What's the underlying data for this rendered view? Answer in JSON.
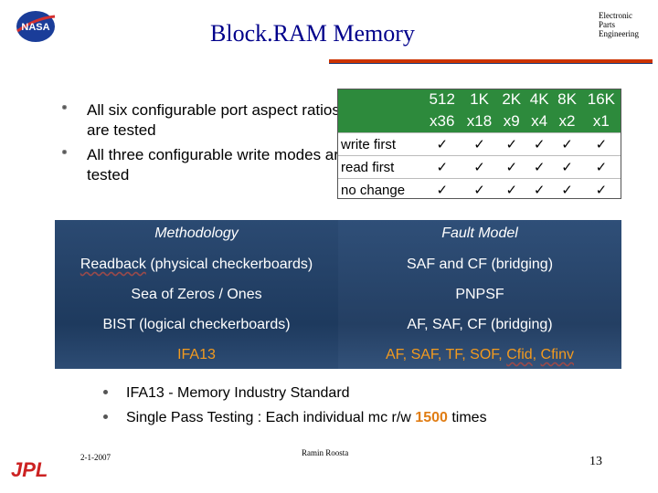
{
  "header": {
    "title": "Block.RAM Memory",
    "org_lines": [
      "Electronic",
      "Parts",
      "Engineering"
    ]
  },
  "bullets_top": [
    "All six configurable port aspect ratios are tested",
    "All three configurable write modes are tested"
  ],
  "aspect_table": {
    "col_sizes": [
      "512",
      "1K",
      "2K",
      "4K",
      "8K",
      "16K"
    ],
    "col_widths": [
      "x36",
      "x18",
      "x9",
      "x4",
      "x2",
      "x1"
    ],
    "rows": [
      {
        "label": "write first",
        "marks": [
          "✓",
          "✓",
          "✓",
          "✓",
          "✓",
          "✓"
        ]
      },
      {
        "label": "read first",
        "marks": [
          "✓",
          "✓",
          "✓",
          "✓",
          "✓",
          "✓"
        ]
      },
      {
        "label": "no change",
        "marks": [
          "✓",
          "✓",
          "✓",
          "✓",
          "✓",
          "✓"
        ]
      }
    ]
  },
  "method_table": {
    "headers": [
      "Methodology",
      "Fault Model"
    ],
    "rows": [
      {
        "method_a": "Readback",
        "method_b": " (physical checkerboards)",
        "fault": "SAF and CF (bridging)"
      },
      {
        "method_a": "Sea of Zeros / Ones",
        "method_b": "",
        "fault": "PNPSF"
      },
      {
        "method_a": "BIST (logical checkerboards)",
        "method_b": "",
        "fault": "AF, SAF, CF (bridging)"
      }
    ],
    "last_row": {
      "method": "IFA13",
      "fault_a": "AF, SAF, TF, SOF, ",
      "fault_b": "Cfid",
      "fault_c": ", ",
      "fault_d": "Cfinv"
    }
  },
  "bullets_bottom": {
    "b1": "IFA13 - Memory Industry Standard",
    "b2_pre": "Single Pass Testing : Each individual mc r/w ",
    "b2_hl": "1500",
    "b2_post": " times"
  },
  "footer": {
    "logo_text": "JPL",
    "date": "2-1-2007",
    "author": "Ramin Roosta",
    "page": "13"
  },
  "colors": {
    "title": "#00008b",
    "rule": "#cc3300",
    "table_header": "#2d8a3c",
    "panel": "#1e3a5e",
    "highlight": "#f29a1f"
  }
}
